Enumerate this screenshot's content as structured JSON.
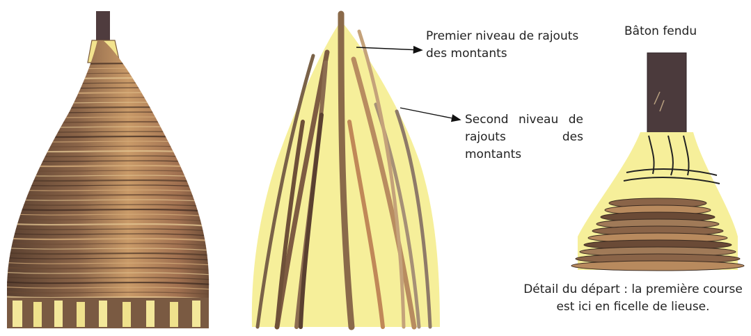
{
  "labels": {
    "first_level": "Premier niveau de rajouts des montants",
    "second_level": "Second niveau de rajouts des montants",
    "split_stick": "Bâton fendu",
    "detail_caption": "Détail du départ : la première course est ici en ficelle de lieuse."
  },
  "colors": {
    "straw_light": "#f6ef9a",
    "straw_mid": "#c9a06a",
    "straw_dark": "#6b4a30",
    "stick": "#4a3a3c"
  }
}
